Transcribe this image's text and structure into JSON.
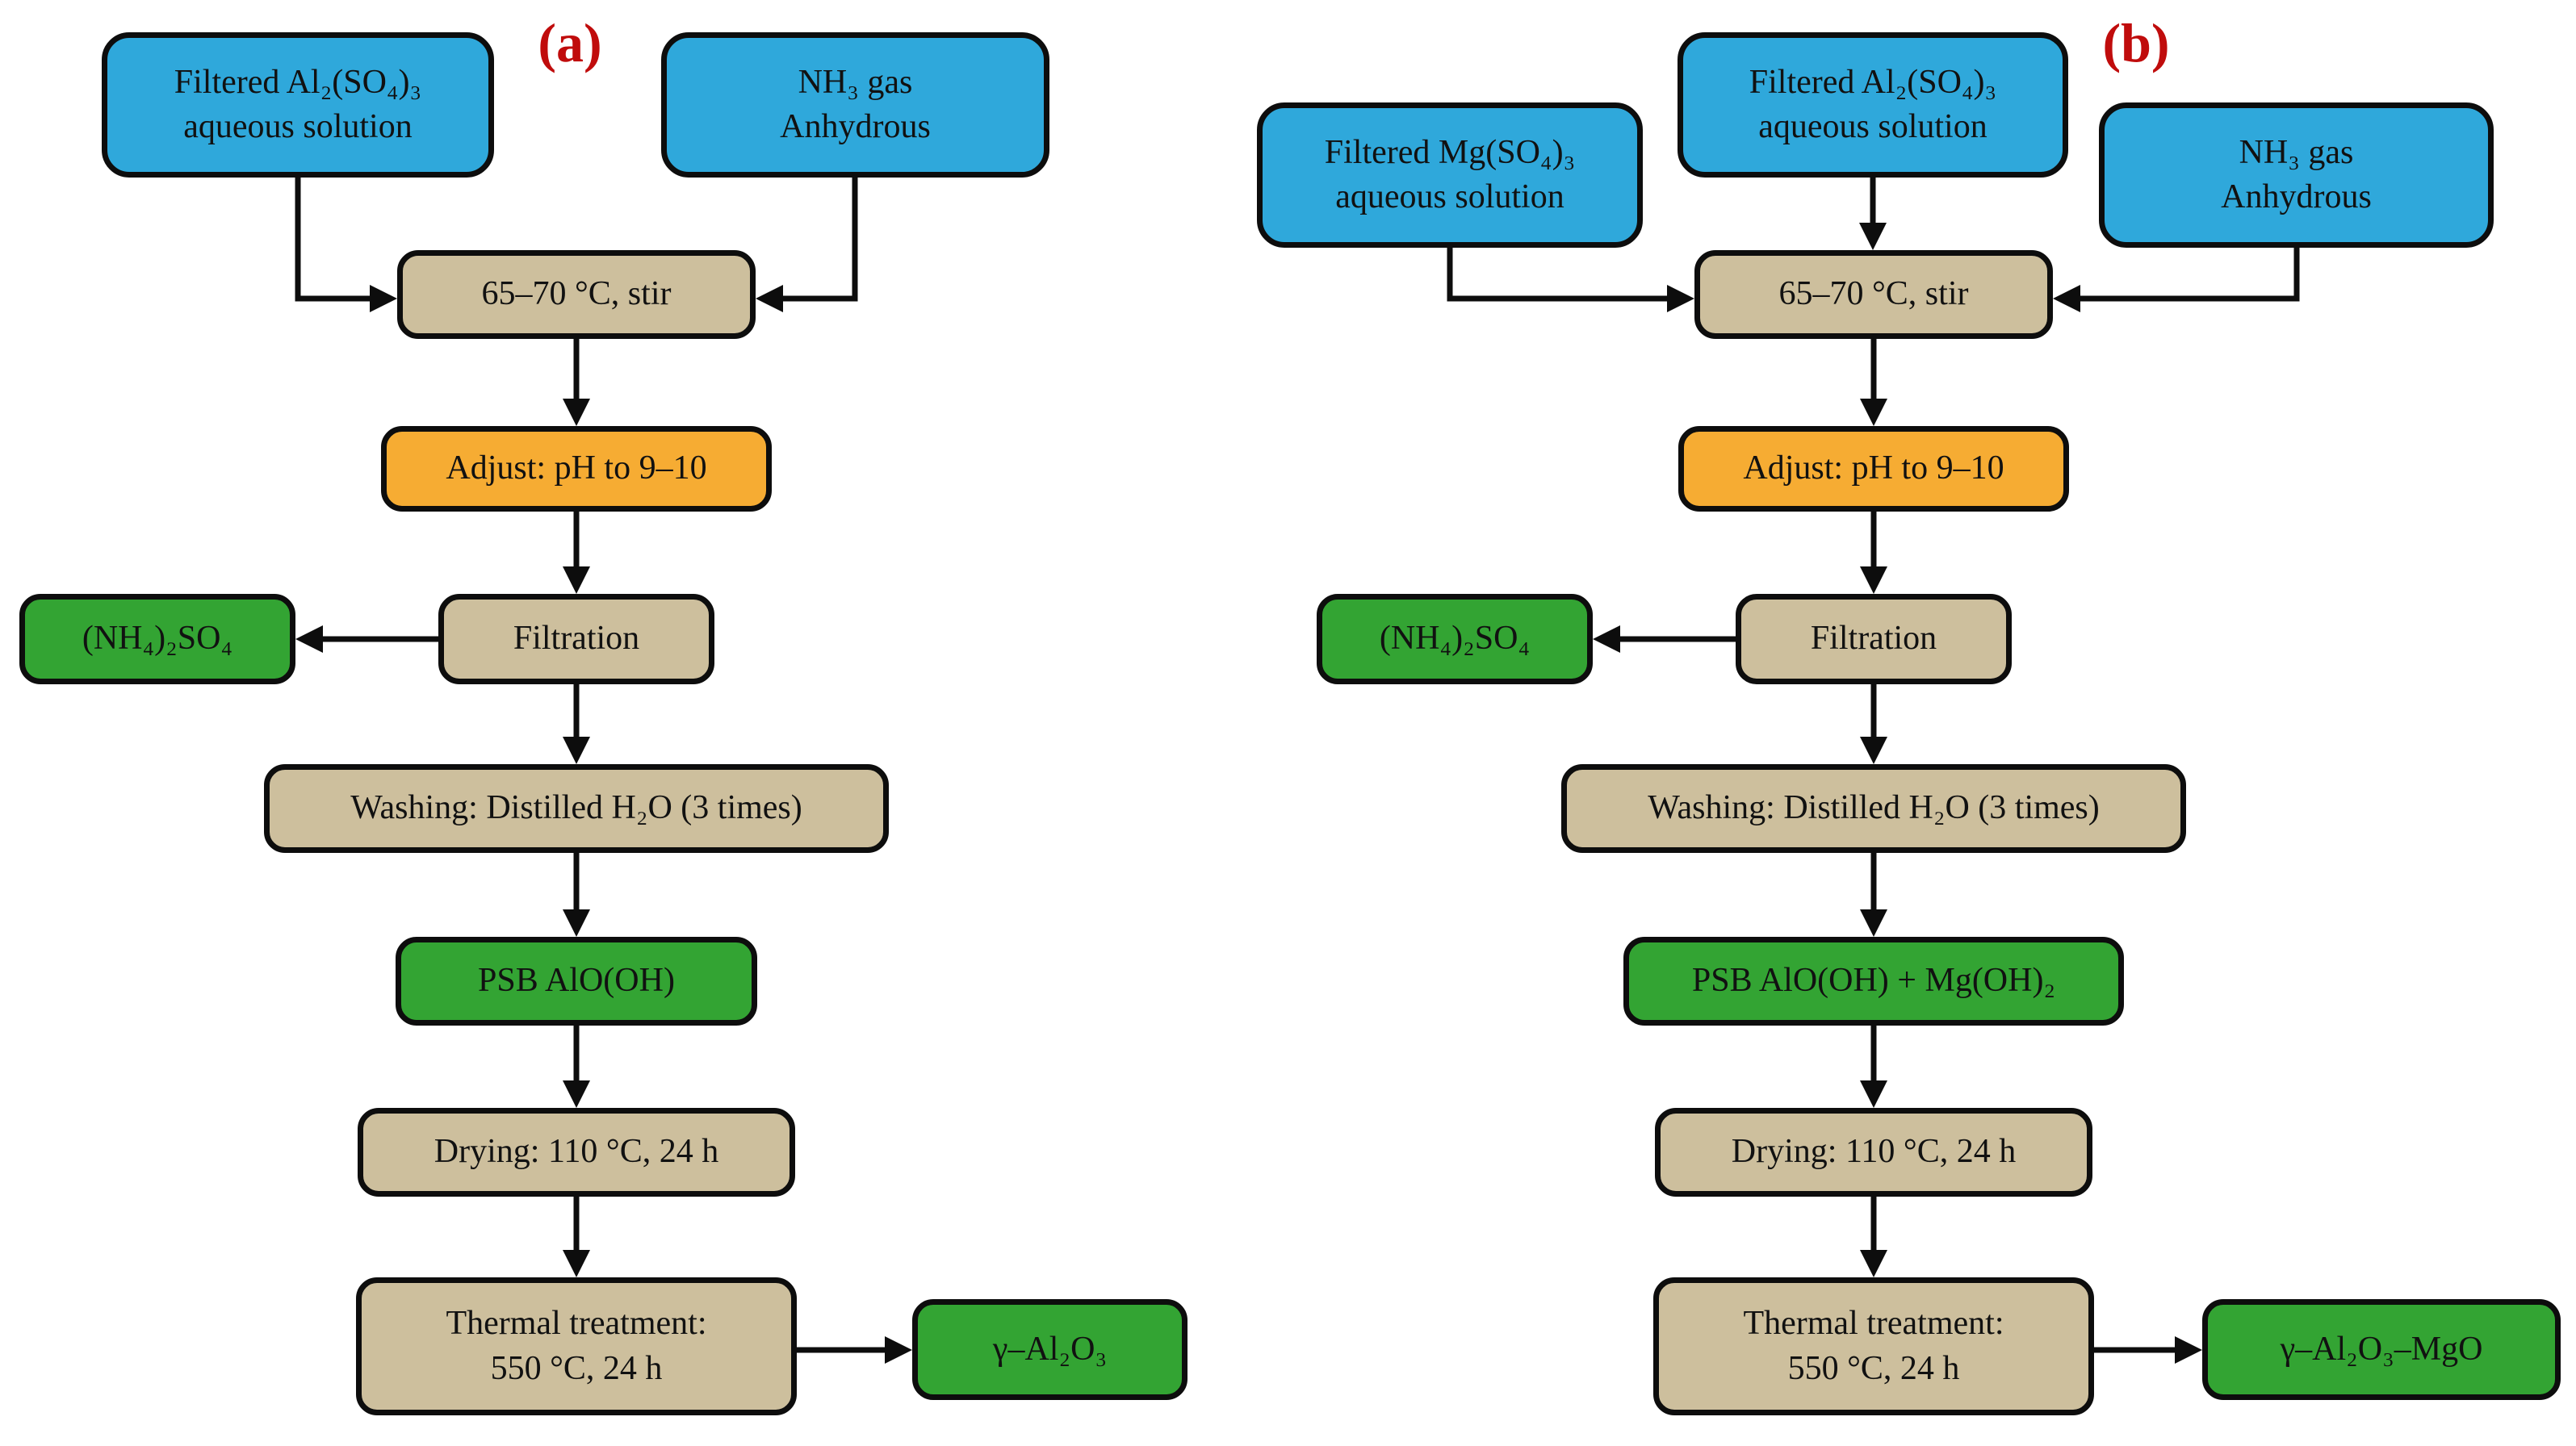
{
  "figure": {
    "background": "#ffffff",
    "description": "Two-panel synthesis flowchart"
  },
  "colors": {
    "input_blue": "#2fa8db",
    "process_tan": "#cdbf9d",
    "adjust_orange": "#f6ac33",
    "product_green": "#33a433",
    "label_red": "#c00c0c",
    "outline_black": "#0d0d0d"
  },
  "panels": [
    {
      "label": "(a)",
      "nodes": {
        "al_solution": {
          "text": "Filtered Al₂(SO₄)₃\naqueous solution"
        },
        "nh3_gas": {
          "text": "NH₃ gas\nAnhydrous"
        },
        "stir": {
          "text": "65–70 °C, stir"
        },
        "adjust_ph": {
          "text": "Adjust: pH to 9–10"
        },
        "ammonium_sulfate": {
          "text": "(NH₄)₂SO₄"
        },
        "filtration": {
          "text": "Filtration"
        },
        "washing": {
          "text": "Washing: Distilled H₂O (3 times)"
        },
        "psb": {
          "text": "PSB AlO(OH)"
        },
        "drying": {
          "text": "Drying: 110 °C, 24 h"
        },
        "thermal": {
          "text": "Thermal treatment:\n550 °C, 24 h"
        },
        "product": {
          "text": "γ–Al₂O₃"
        }
      }
    },
    {
      "label": "(b)",
      "nodes": {
        "mg_solution": {
          "text": "Filtered Mg(SO₄)₃\naqueous solution"
        },
        "al_solution": {
          "text": "Filtered Al₂(SO₄)₃\naqueous solution"
        },
        "nh3_gas": {
          "text": "NH₃ gas\nAnhydrous"
        },
        "stir": {
          "text": "65–70 °C, stir"
        },
        "adjust_ph": {
          "text": "Adjust: pH to 9–10"
        },
        "ammonium_sulfate": {
          "text": "(NH₄)₂SO₄"
        },
        "filtration": {
          "text": "Filtration"
        },
        "washing": {
          "text": "Washing: Distilled H₂O (3 times)"
        },
        "psb": {
          "text": "PSB AlO(OH) + Mg(OH)₂"
        },
        "drying": {
          "text": "Drying: 110 °C, 24 h"
        },
        "thermal": {
          "text": "Thermal treatment:\n550 °C, 24 h"
        },
        "product": {
          "text": "γ–Al₂O₃–MgO"
        }
      }
    }
  ]
}
